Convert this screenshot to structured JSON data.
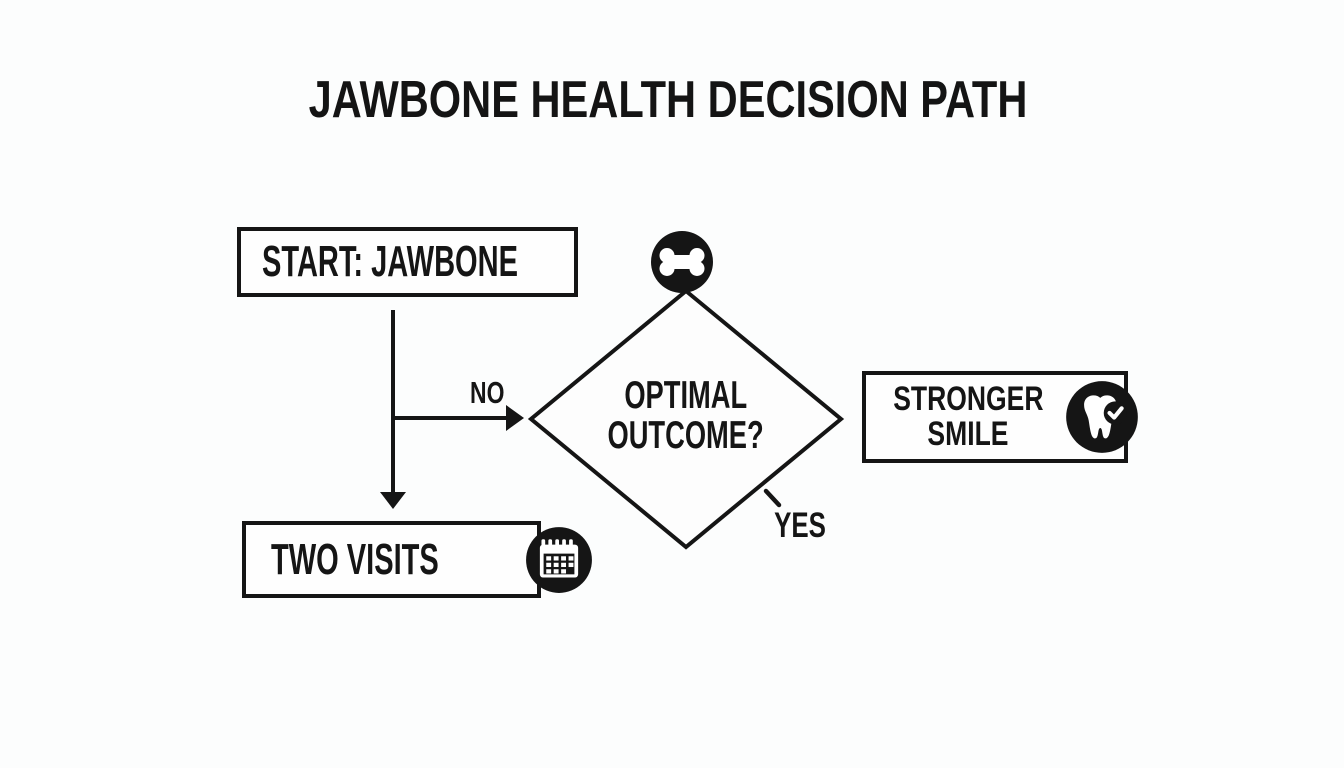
{
  "title": "JAWBONE HEALTH DECISION PATH",
  "colors": {
    "ink": "#151515",
    "background": "#fcfdfd",
    "node_fill": "#fefefe",
    "icon_fg": "#ffffff"
  },
  "flow": {
    "start": {
      "label": "START: JAWBONE",
      "icon": "bone-icon"
    },
    "decision": {
      "label": "OPTIMAL OUTCOME?",
      "lines": [
        "OPTIMAL",
        "OUTCOME?"
      ]
    },
    "two_visits": {
      "label": "TWO VISITS",
      "icon": "calendar-icon"
    },
    "stronger_smile": {
      "label": "STRONGER SMILE",
      "lines": [
        "STRONGER",
        "SMILE"
      ],
      "icon": "tooth-check-icon"
    },
    "edges": {
      "no": "NO",
      "yes": "YES"
    }
  }
}
